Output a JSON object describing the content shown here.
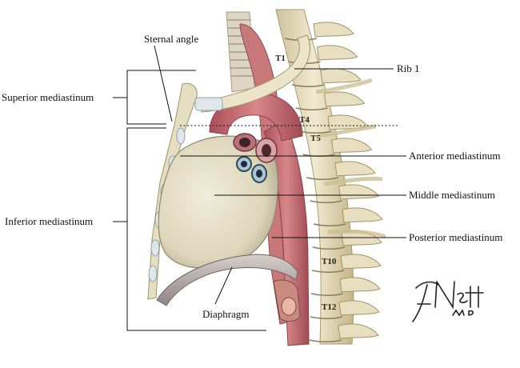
{
  "labels": {
    "sternal_angle": "Sternal angle",
    "rib1": "Rib 1",
    "superior_mediastinum": "Superior mediastinum",
    "inferior_mediastinum": "Inferior mediastinum",
    "anterior_mediastinum": "Anterior mediastinum",
    "middle_mediastinum": "Middle mediastinum",
    "posterior_mediastinum": "Posterior mediastinum",
    "diaphragm": "Diaphragm"
  },
  "vertebra_labels": {
    "t1": "T1",
    "t4": "T4",
    "t5": "T5",
    "t10": "T10",
    "t12": "T12"
  },
  "signature": "F. Netter M.D.",
  "colors": {
    "bone": "#e9e1c4",
    "bone_shadow": "#b9ab82",
    "heart": "#e8e2cc",
    "aorta": "#c96a70",
    "muscle": "#c26e6e",
    "diaphragm": "#b9b0ae",
    "cartilage": "#dfe7ea"
  }
}
